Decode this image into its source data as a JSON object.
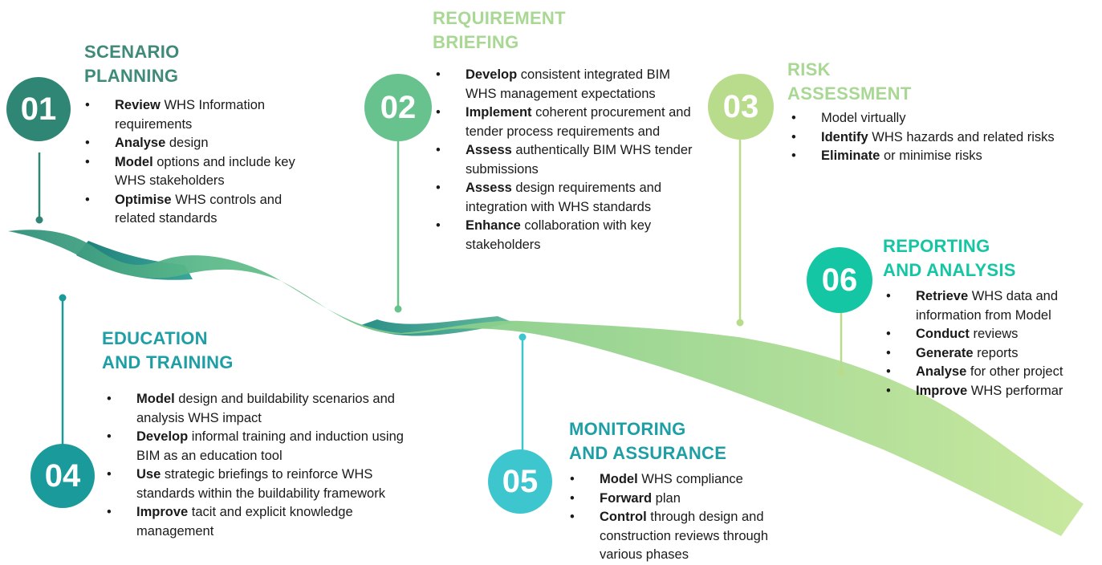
{
  "colors": {
    "s01": "#2f8674",
    "s02": "#68c28d",
    "s03": "#b9db8c",
    "s04": "#1a9a9a",
    "s05": "#3ec6cf",
    "s06": "#14c6a3",
    "title_green_dark": "#3f8a79",
    "title_green_light": "#a8d893",
    "title_teal": "#1e9fa6"
  },
  "stages": [
    {
      "number": "01",
      "title": "SCENARIO\nPLANNING",
      "items": [
        {
          "bold": "Review",
          "text": " WHS Information requirements"
        },
        {
          "bold": "Analyse",
          "text": " design"
        },
        {
          "bold": "Model",
          "text": " options and include key WHS stakeholders"
        },
        {
          "bold": "Optimise",
          "text": " WHS controls and related standards"
        }
      ]
    },
    {
      "number": "02",
      "title": "REQUIREMENT\nBRIEFING",
      "items": [
        {
          "bold": "Develop",
          "text": " consistent integrated BIM WHS management expectations"
        },
        {
          "bold": "Implement",
          "text": " coherent procurement and tender process requirements and"
        },
        {
          "bold": "Assess",
          "text": " authentically  BIM WHS tender submissions"
        },
        {
          "bold": "Assess",
          "text": " design requirements and integration with WHS standards"
        },
        {
          "bold": "Enhance",
          "text": " collaboration with key stakeholders"
        }
      ]
    },
    {
      "number": "03",
      "title": "RISK\nASSESSMENT",
      "items": [
        {
          "bold": "",
          "text": "Model virtually"
        },
        {
          "bold": "Identify",
          "text": " WHS hazards and related risks"
        },
        {
          "bold": "Eliminate",
          "text": " or minimise risks"
        }
      ]
    },
    {
      "number": "04",
      "title": "EDUCATION\nAND TRAINING",
      "items": [
        {
          "bold": "Model",
          "text": " design and buildability scenarios and analysis WHS impact"
        },
        {
          "bold": "Develop",
          "text": " informal training and induction using BIM as an education tool"
        },
        {
          "bold": "Use",
          "text": " strategic briefings to reinforce WHS standards within the buildability framework"
        },
        {
          "bold": "Improve",
          "text": " tacit and explicit knowledge management"
        }
      ]
    },
    {
      "number": "05",
      "title": "MONITORING\nAND ASSURANCE",
      "items": [
        {
          "bold": "Model",
          "text": " WHS compliance"
        },
        {
          "bold": "Forward",
          "text": " plan"
        },
        {
          "bold": "Control",
          "text": " through  design and construction reviews through various phases"
        }
      ]
    },
    {
      "number": "06",
      "title": "REPORTING\nAND ANALYSIS",
      "items": [
        {
          "bold": "Retrieve",
          "text": " WHS data and information from Model"
        },
        {
          "bold": "Conduct",
          "text": " reviews"
        },
        {
          "bold": "Generate",
          "text": " reports"
        },
        {
          "bold": "Analyse",
          "text": " for other project"
        },
        {
          "bold": "Improve",
          "text": " WHS performar"
        }
      ]
    }
  ]
}
